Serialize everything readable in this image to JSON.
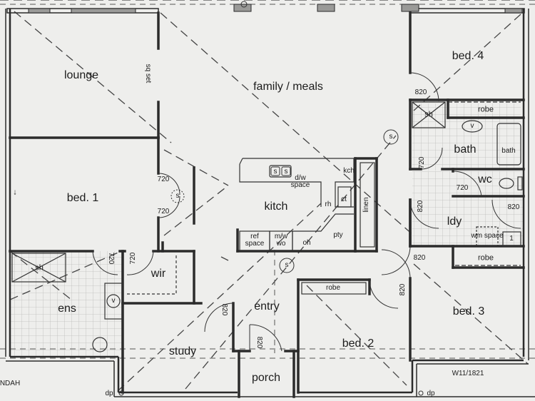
{
  "plan": {
    "rooms": {
      "lounge": "lounge",
      "family_meals": "family / meals",
      "bed4": "bed. 4",
      "bed1": "bed. 1",
      "kitchen": "kitch",
      "bath": "bath",
      "wc": "wc",
      "laundry": "ldy",
      "wir": "wir",
      "ensuite": "ens",
      "entry": "entry",
      "study": "study",
      "bed2": "bed. 2",
      "bed3": "bed. 3",
      "porch": "porch"
    },
    "fixtures": {
      "sq_set": "sq set",
      "shower": "sh",
      "ens_shower": "sh",
      "robe_bed4": "robe",
      "robe_bed3": "robe",
      "robe_bed2": "robe",
      "bath_tub": "bath",
      "vanity": "v",
      "ens_vanity": "v",
      "sink_1": "s",
      "sink_2": "s",
      "dw_space": "d/w space",
      "kch": "kch",
      "rh": "rh",
      "ct": "ct",
      "linen": "linen",
      "pty": "pty",
      "ref_space": "ref space",
      "mw_wo": "m/w wo",
      "oh": "oh",
      "wm_space": "wm space",
      "trough": "1",
      "smoke_1": "s",
      "smoke_2": "s",
      "smoke_3": "s"
    },
    "dimensions": {
      "bed4_door": "820",
      "bath_door": "720",
      "wc_door": "720",
      "ldy_door_left": "820",
      "ldy_door_right": "820",
      "bed3_door_top": "820",
      "bed3_door_side": "820",
      "bed1_door_top": "720",
      "bed1_door_bottom": "720",
      "ens_door": "720",
      "wir_door": "720",
      "study_door": "820",
      "front_door": "820"
    },
    "annotations": {
      "verandah": "NDAH",
      "downpipe_left": "dp",
      "downpipe_right": "dp",
      "window_code": "W11/1821",
      "arrow": "↓"
    }
  }
}
